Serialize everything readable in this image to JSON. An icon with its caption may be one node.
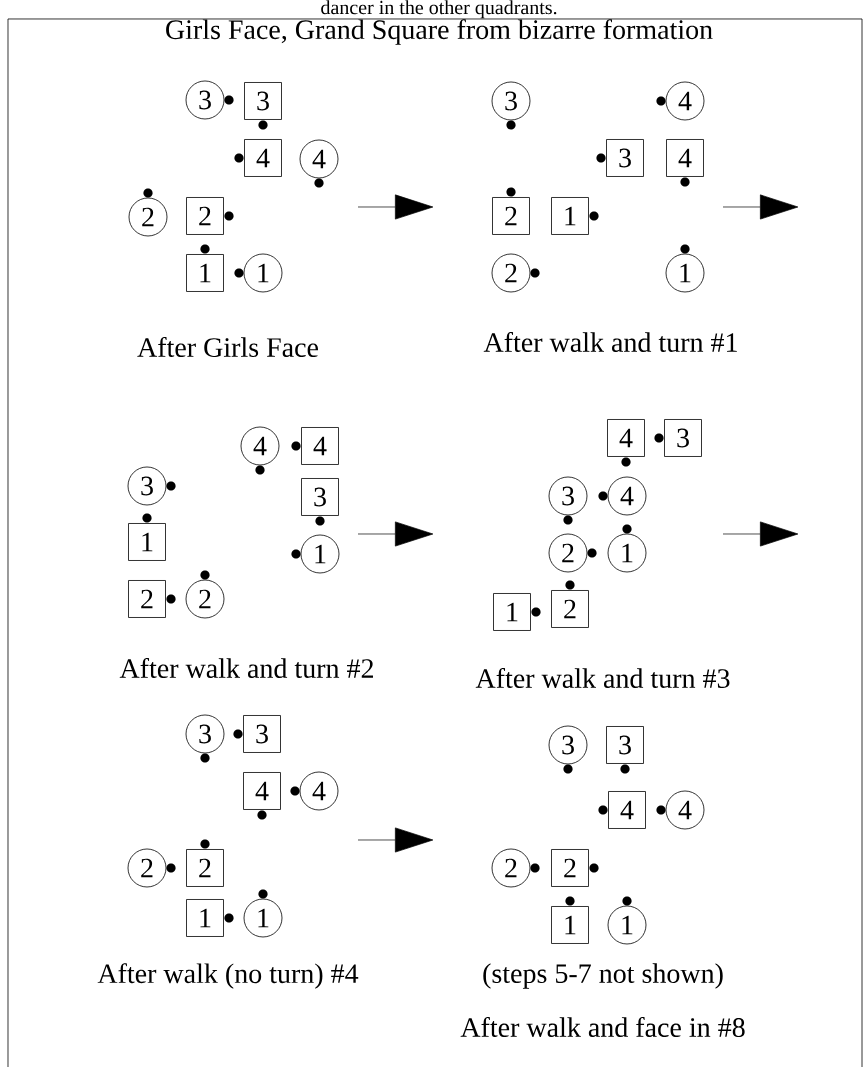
{
  "diagram": {
    "title": "Girls Face, Grand Square from bizarre formation",
    "nodes": [
      {
        "text": [
          "3"
        ]
      },
      {
        "text": [
          "3"
        ]
      },
      {
        "text": [
          "4"
        ]
      },
      {
        "text": [
          "4"
        ]
      },
      {
        "text": [
          "2"
        ]
      },
      {
        "text": [
          "2"
        ]
      },
      {
        "text": [
          "1"
        ]
      },
      {
        "text": [
          "1"
        ]
      },
      {
        "text": [
          "3"
        ]
      },
      {
        "text": [
          "4"
        ]
      },
      {
        "text": [
          "3"
        ]
      },
      {
        "text": [
          "4"
        ]
      },
      {
        "text": [
          "2"
        ]
      },
      {
        "text": [
          "1"
        ]
      },
      {
        "text": [
          "2"
        ]
      },
      {
        "text": [
          "1"
        ]
      },
      {
        "text": [
          "4"
        ]
      },
      {
        "text": [
          "4"
        ]
      },
      {
        "text": [
          "3"
        ]
      },
      {
        "text": [
          "3"
        ]
      },
      {
        "text": [
          "1"
        ]
      },
      {
        "text": [
          "1"
        ]
      },
      {
        "text": [
          "2"
        ]
      },
      {
        "text": [
          "2"
        ]
      },
      {
        "text": [
          "4"
        ]
      },
      {
        "text": [
          "3"
        ]
      },
      {
        "text": [
          "3"
        ]
      },
      {
        "text": [
          "4"
        ]
      },
      {
        "text": [
          "2"
        ]
      },
      {
        "text": [
          "1"
        ]
      },
      {
        "text": [
          "1"
        ]
      },
      {
        "text": [
          "2"
        ]
      },
      {
        "text": [
          "3"
        ]
      },
      {
        "text": [
          "3"
        ]
      },
      {
        "text": [
          "4"
        ]
      },
      {
        "text": [
          "4"
        ]
      },
      {
        "text": [
          "2"
        ]
      },
      {
        "text": [
          "2"
        ]
      },
      {
        "text": [
          "1"
        ]
      },
      {
        "text": [
          "1"
        ]
      },
      {
        "text": [
          "3"
        ]
      },
      {
        "text": [
          "3"
        ]
      },
      {
        "text": [
          "4"
        ]
      },
      {
        "text": [
          "4"
        ]
      },
      {
        "text": [
          "2"
        ]
      },
      {
        "text": [
          "2"
        ]
      },
      {
        "text": [
          "1"
        ]
      },
      {
        "text": [
          "1"
        ]
      }
    ],
    "labels": [
      "dancer in the other quadrants.",
      "After Girls Face",
      "After walk and turn #1",
      "After walk and turn #2",
      "After walk and turn #3",
      "After walk (no turn) #4",
      "(steps 5-7 not shown)",
      "After walk and face in #8"
    ]
  }
}
